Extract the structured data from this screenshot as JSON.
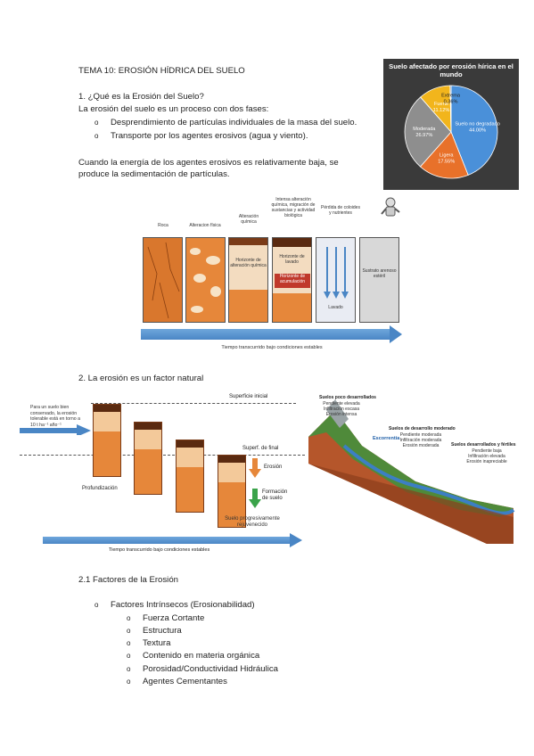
{
  "doc": {
    "title": "TEMA 10: EROSIÓN HÍDRICA DEL SUELO",
    "s1_heading": "1. ¿Qué es la Erosión del Suelo?",
    "s1_intro": "La erosión del suelo es un proceso con dos fases:",
    "s1_bullets": [
      "Desprendimiento de partículas individuales de la masa del suelo.",
      "Transporte por los agentes erosivos (agua y viento)."
    ],
    "s1_para_line1": "Cuando la energía de los agentes erosivos es relativamente baja, se",
    "s1_para_line2": "produce la sedimentación de partículas.",
    "s2_heading": "2. La erosión es un factor natural",
    "s21_heading": "2.1 Factores de la Erosión",
    "factors_main": "Factores Intrínsecos (Erosionabilidad)",
    "factors_sub": [
      "Fuerza Cortante",
      "Estructura",
      "Textura",
      "Contenido en materia orgánica",
      "Porosidad/Conductividad Hidráulica",
      "Agentes Cementantes"
    ]
  },
  "chart_data": {
    "type": "pie",
    "title": "Suelo afectado por erosión hírica en el mundo",
    "series": [
      {
        "label": "Suelo no degradado",
        "value": 44.0,
        "display": "44.00%",
        "color": "#4a90d9"
      },
      {
        "label": "Ligera",
        "value": 17.55,
        "display": "17.55%",
        "color": "#e8712a"
      },
      {
        "label": "Moderada",
        "value": 26.97,
        "display": "26.97%",
        "color": "#8e8e8e"
      },
      {
        "label": "Fuerte",
        "value": 11.12,
        "display": "11.12%",
        "color": "#f2b51c"
      },
      {
        "label": "Extrema",
        "value": 0.36,
        "display": "0.36%",
        "color": "#2f5597"
      }
    ]
  },
  "diagram1": {
    "labels": [
      "Roca",
      "Alteracion física",
      "Alteración química",
      "Intensa alteración química, migración de sustancias y actividad biológica",
      "Pérdida de coloides y nutrientes"
    ],
    "horizon_alteracion": "Horizonte de alteración química",
    "horizon_lavado": "Horizonte de lavado",
    "horizon_acum": "Horizonte de acumulación",
    "lavado": "Lavado",
    "sustrato": "Sustrato arenoso estéril",
    "timeline": "Tiempo transcurrido bajo condiciones estables"
  },
  "diagram2": {
    "side_note": "Para un suelo bien conservado, la erosión tolerable está en torno a 10 t ha⁻¹ año⁻¹",
    "sup_inicial": "Superficie inicial",
    "sup_final": "Superf. de final",
    "erosion": "Erosión",
    "formacion": "Formación de suelo",
    "profundizacion": "Profundización",
    "rejuv": "Suelo progresivamente rejuvenecido",
    "timeline": "Tiempo transcurrido bajo condiciones estables"
  },
  "diagram3": {
    "poco": "Suelos poco desarrollados",
    "poco_lines": [
      "Pendiente elevada",
      "Infiltración escasa",
      "Erosión intensa"
    ],
    "moderado": "Suelos de desarrollo moderado",
    "moderado_lines": [
      "Pendiente moderada",
      "Infiltración moderada",
      "Erosión moderada"
    ],
    "fertiles": "Suelos desarrollados y fértiles",
    "fertiles_lines": [
      "Pendiente baja",
      "Infiltración elevada",
      "Erosión inapreciable"
    ],
    "escorrentia": "Escorrentía"
  }
}
